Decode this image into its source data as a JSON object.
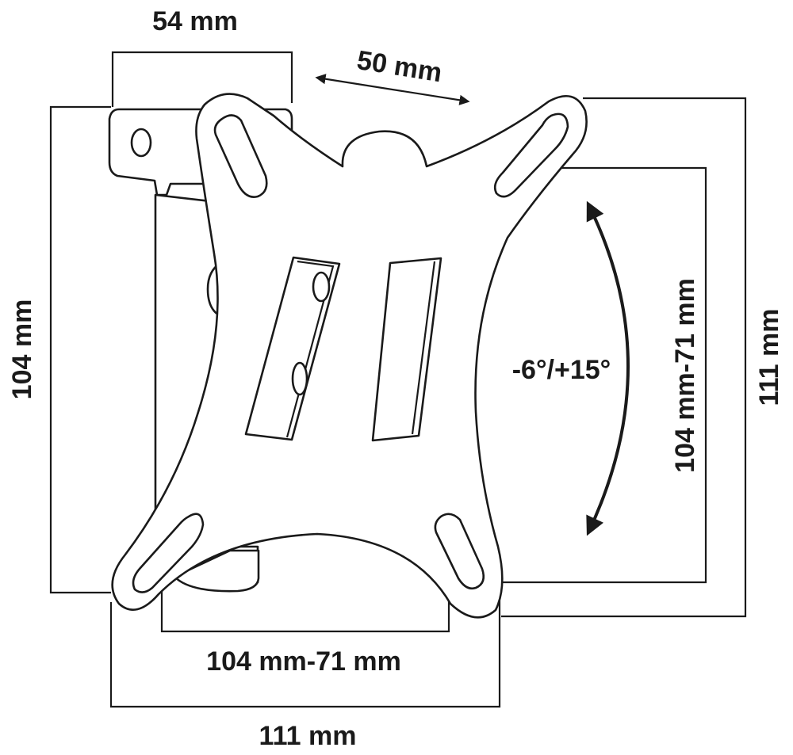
{
  "labels": {
    "top_width": "54 mm",
    "bracket_depth": "50 mm",
    "left_height": "104 mm",
    "right_inner": "104 mm-71 mm",
    "right_outer": "111 mm",
    "tilt": "-6°/+15°",
    "bottom_inner": "104 mm-71 mm",
    "bottom_outer": "111 mm"
  },
  "colors": {
    "ink": "#1a1a1a",
    "background": "#ffffff"
  }
}
